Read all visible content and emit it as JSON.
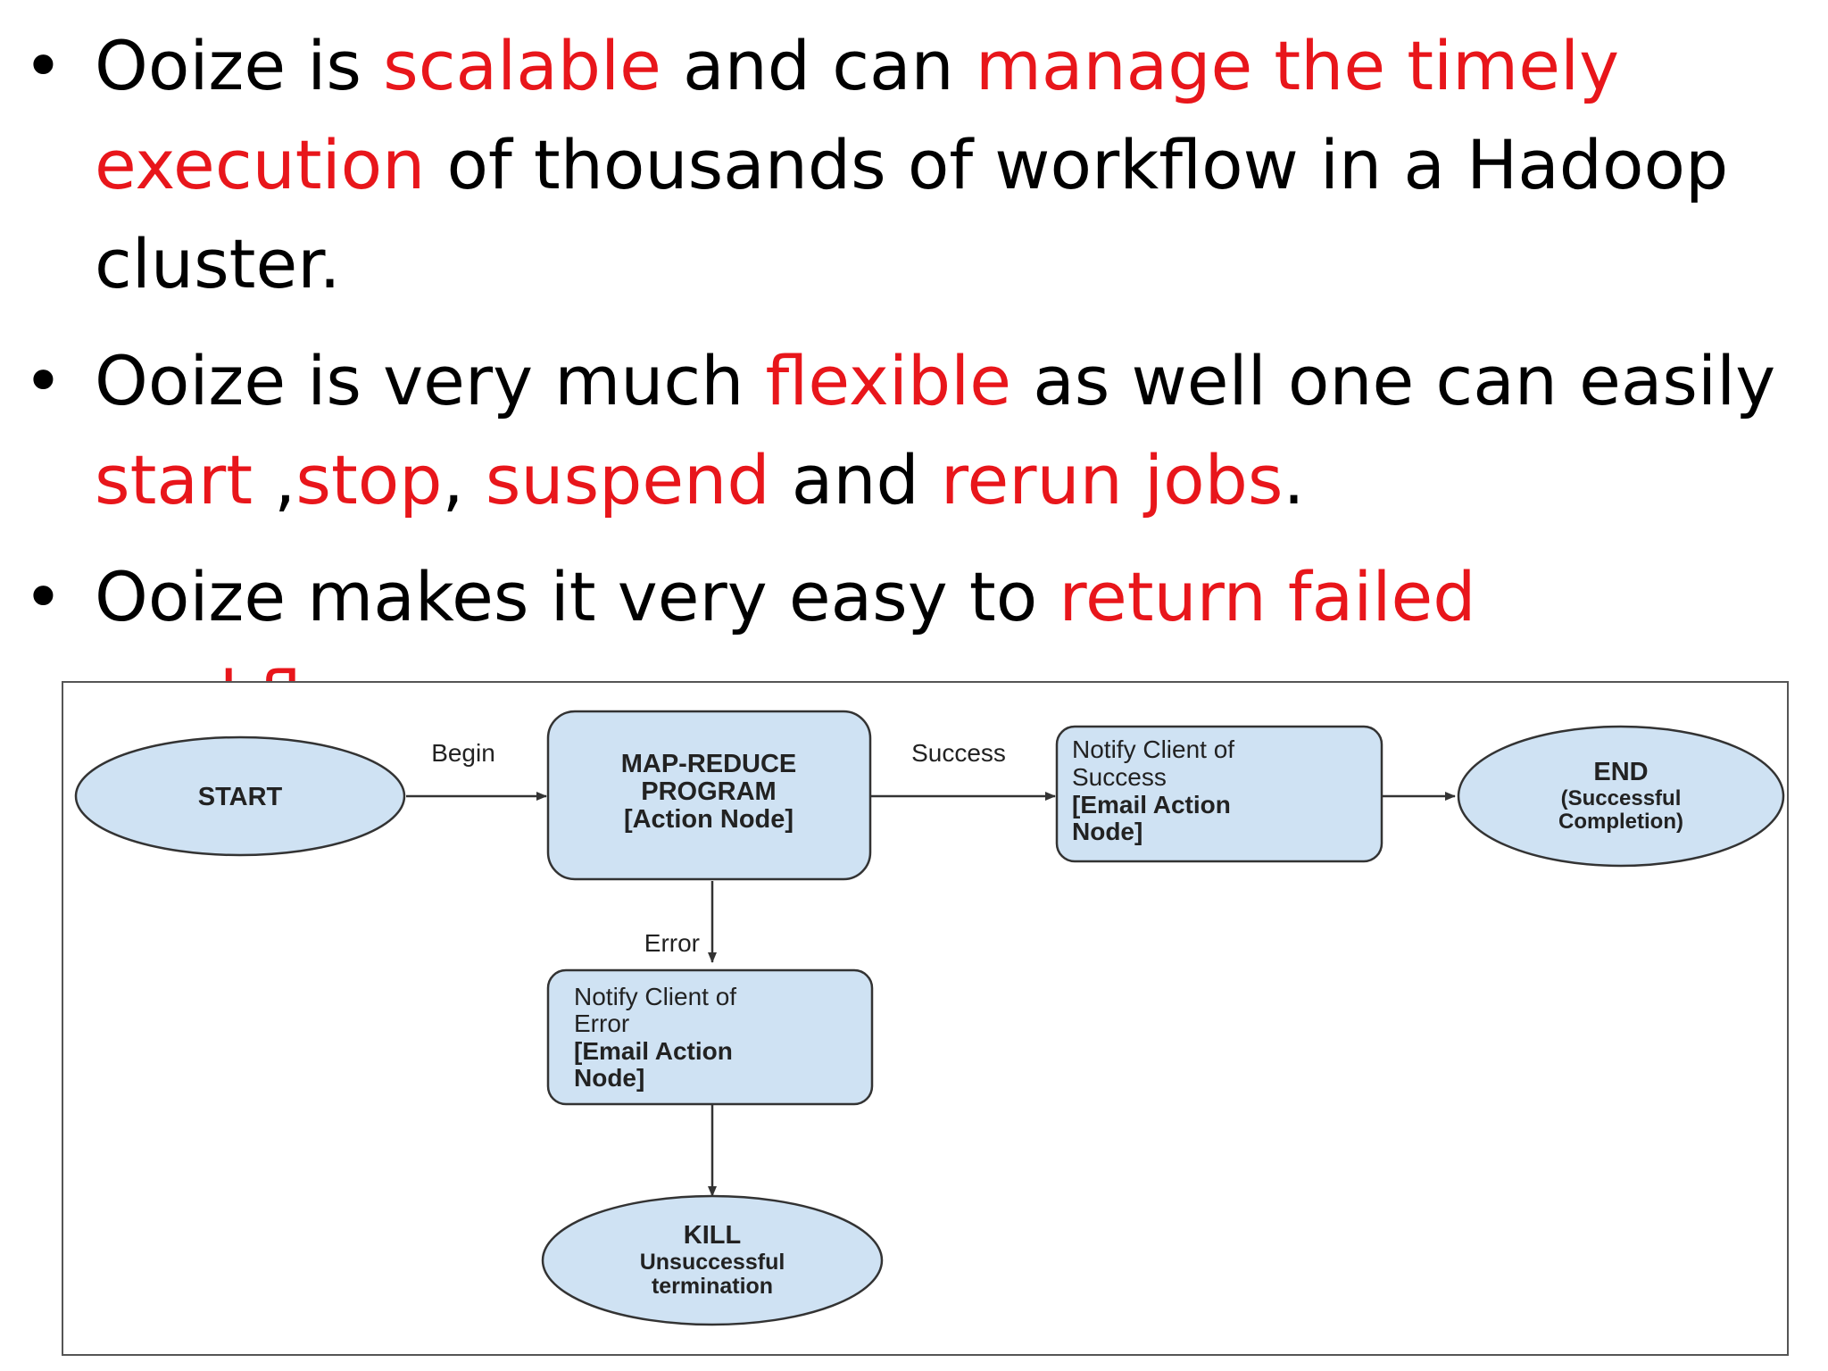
{
  "bullets": [
    {
      "parts": [
        {
          "text": "Ooize is ",
          "emphasis": false
        },
        {
          "text": "scalable",
          "emphasis": true
        },
        {
          "text": " and can ",
          "emphasis": false
        },
        {
          "text": "manage  the timely execution",
          "emphasis": true
        },
        {
          "text": " of thousands of workflow in a Hadoop cluster.",
          "emphasis": false
        }
      ]
    },
    {
      "parts": [
        {
          "text": "Ooize is very much ",
          "emphasis": false
        },
        {
          "text": "flexible",
          "emphasis": true
        },
        {
          "text": " as well one can easily ",
          "emphasis": false
        },
        {
          "text": "start",
          "emphasis": true
        },
        {
          "text": " ,",
          "emphasis": false
        },
        {
          "text": "stop",
          "emphasis": true
        },
        {
          "text": ", ",
          "emphasis": false
        },
        {
          "text": "suspend",
          "emphasis": true
        },
        {
          "text": " and ",
          "emphasis": false
        },
        {
          "text": "rerun jobs",
          "emphasis": true
        },
        {
          "text": ".",
          "emphasis": false
        }
      ]
    },
    {
      "parts": [
        {
          "text": "Ooize makes it very  easy to ",
          "emphasis": false
        },
        {
          "text": "return failed workflow",
          "emphasis": true
        },
        {
          "text": ".",
          "emphasis": false
        }
      ]
    }
  ],
  "diagram": {
    "nodes": {
      "start": {
        "line1": "START"
      },
      "mapreduce": {
        "line1": "MAP-REDUCE",
        "line2": "PROGRAM",
        "line3": "[Action Node]"
      },
      "notify_success": {
        "line1": "Notify Client of",
        "line2": "Success",
        "line3": "[Email Action",
        "line4": "Node]"
      },
      "end": {
        "line1": "END",
        "line2": "(Successful",
        "line3": "Completion)"
      },
      "notify_error": {
        "line1": "Notify Client of",
        "line2": "Error",
        "line3": "[Email Action",
        "line4": "Node]"
      },
      "kill": {
        "line1": "KILL",
        "line2": "Unsuccessful",
        "line3": "termination"
      }
    },
    "edges": {
      "begin": "Begin",
      "success": "Success",
      "error": "Error"
    },
    "colors": {
      "node_fill": "#cfe2f3",
      "node_stroke": "#333333",
      "emphasis_text": "#e8161b"
    }
  }
}
